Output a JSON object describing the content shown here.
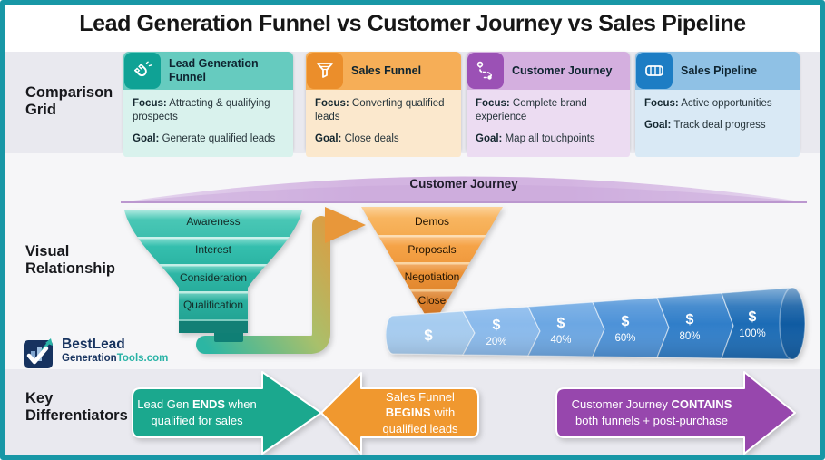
{
  "title": "Lead Generation Funnel vs Customer Journey vs Sales Pipeline",
  "section_labels": {
    "comparison": "Comparison\nGrid",
    "visual": "Visual\nRelationship",
    "key": "Key\nDifferentiators"
  },
  "cards": [
    {
      "title": "Lead Generation Funnel",
      "icon": "magnet-icon",
      "focus_label": "Focus:",
      "focus": "Attracting & qualifying prospects",
      "goal_label": "Goal:",
      "goal": "Generate qualified leads"
    },
    {
      "title": "Sales Funnel",
      "icon": "funnel-icon",
      "focus_label": "Focus:",
      "focus": "Converting qualified leads",
      "goal_label": "Goal:",
      "goal": "Close deals"
    },
    {
      "title": "Customer Journey",
      "icon": "journey-icon",
      "focus_label": "Focus:",
      "focus": "Complete brand experience",
      "goal_label": "Goal:",
      "goal": "Map all touchpoints"
    },
    {
      "title": "Sales Pipeline",
      "icon": "pipeline-icon",
      "focus_label": "Focus:",
      "focus": "Active opportunities",
      "goal_label": "Goal:",
      "goal": "Track deal progress"
    }
  ],
  "visual": {
    "journey_band_label": "Customer Journey",
    "lead_funnel": {
      "stages": [
        "Awareness",
        "Interest",
        "Consideration",
        "Qualification"
      ]
    },
    "sales_funnel": {
      "stages": [
        "Demos",
        "Proposals",
        "Negotiation",
        "Close"
      ]
    },
    "pipeline": {
      "segments": [
        {
          "symbol": "$",
          "pct": ""
        },
        {
          "symbol": "$",
          "pct": "20%"
        },
        {
          "symbol": "$",
          "pct": "40%"
        },
        {
          "symbol": "$",
          "pct": "60%"
        },
        {
          "symbol": "$",
          "pct": "80%"
        },
        {
          "symbol": "$",
          "pct": "100%"
        }
      ]
    }
  },
  "differentiators": [
    {
      "pre": "Lead Gen ",
      "bold": "ENDS",
      "post": " when qualified for sales"
    },
    {
      "pre": "Sales Funnel ",
      "bold": "BEGINS",
      "post": " with qualified leads"
    },
    {
      "pre": "Customer Journey ",
      "bold": "CONTAINS",
      "post": " both funnels + post-purchase"
    }
  ],
  "logo": {
    "line1": "BestLead",
    "line2_dark": "Generation",
    "line2_accent": "Tools",
    "line2_tld": ".com"
  },
  "colors": {
    "border_teal": "#1897a6",
    "lead_gen_teal": "#2db5a4",
    "sales_funnel_orange": "#f09a38",
    "customer_journey_purple": "#9b51b5",
    "sales_pipeline_blue": "#1d7dc4",
    "arrow_teal": "#1ba88e",
    "arrow_orange": "#f0982f",
    "arrow_purple": "#9747ad"
  }
}
